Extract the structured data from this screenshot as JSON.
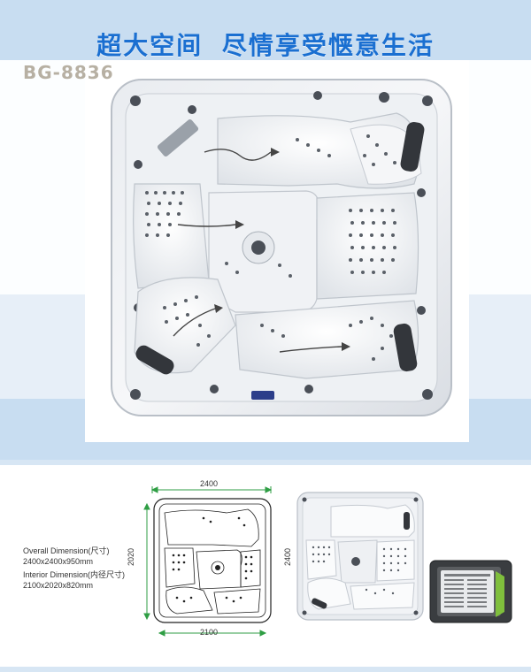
{
  "headline": "超大空间  尽情享受惬意生活",
  "product": {
    "model": "BG-8836",
    "overall_label": "Overall Dimension(尺寸)",
    "overall_value": "2400x2400x950mm",
    "interior_label": "Interior Dimension(内径尺寸)",
    "interior_value": "2100x2020x820mm"
  },
  "diagram": {
    "top_width": "2400",
    "side_height": "2020",
    "bottom_width": "2100",
    "right_height": "2400"
  },
  "colors": {
    "headline": "#1a6fd1",
    "band": "#c8ddf1",
    "model": "#b7b0a3",
    "dimension_line": "#2f9e44"
  }
}
